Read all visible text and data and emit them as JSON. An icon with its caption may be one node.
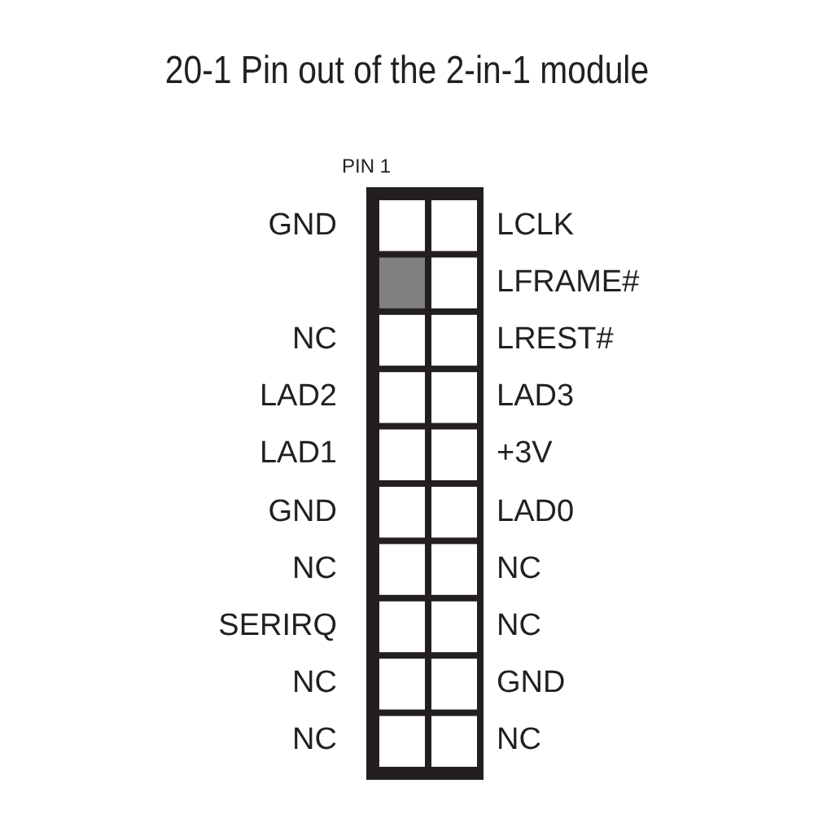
{
  "diagram": {
    "title": "20-1 Pin out of the 2-in-1 module",
    "labels": [
      "PIN 1",
      "GND",
      "LCLK",
      "LFRAME#",
      "NC",
      "LREST#",
      "LAD2",
      "LAD3",
      "LAD1",
      "+3V",
      "GND",
      "LAD0",
      "NC",
      "NC",
      "SERIRQ",
      "NC",
      "NC",
      "GND",
      "NC",
      "NC"
    ]
  }
}
